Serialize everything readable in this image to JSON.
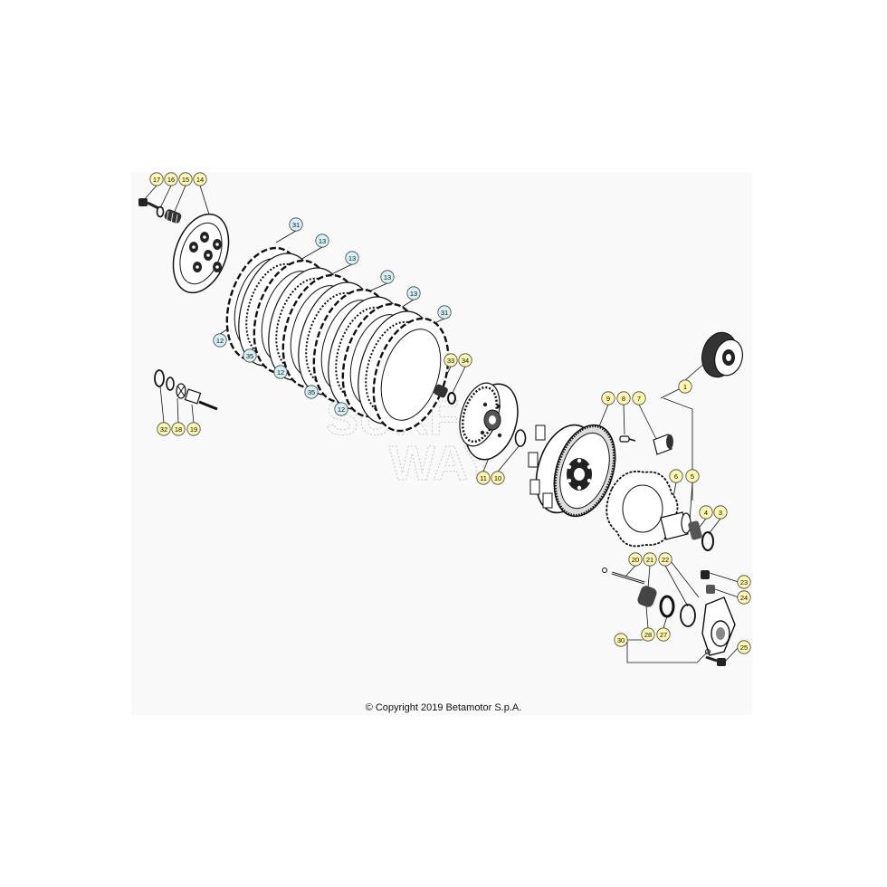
{
  "copyright": "© Copyright 2019 Betamotor S.p.A.",
  "watermark": "SURF WAY",
  "colors": {
    "callout_yellow": "#fdf6b0",
    "callout_blue": "#d5f1f6",
    "callout_stroke": "#444444",
    "line": "#111111"
  },
  "callouts": [
    {
      "label": "17",
      "color": "yellow"
    },
    {
      "label": "16",
      "color": "yellow"
    },
    {
      "label": "15",
      "color": "yellow"
    },
    {
      "label": "14",
      "color": "yellow"
    },
    {
      "label": "31",
      "color": "blue"
    },
    {
      "label": "13",
      "color": "blue"
    },
    {
      "label": "13",
      "color": "blue"
    },
    {
      "label": "13",
      "color": "blue"
    },
    {
      "label": "13",
      "color": "blue"
    },
    {
      "label": "31",
      "color": "blue"
    },
    {
      "label": "12",
      "color": "blue"
    },
    {
      "label": "35",
      "color": "blue"
    },
    {
      "label": "12",
      "color": "blue"
    },
    {
      "label": "35",
      "color": "blue"
    },
    {
      "label": "12",
      "color": "blue"
    },
    {
      "label": "33",
      "color": "yellow"
    },
    {
      "label": "34",
      "color": "yellow"
    },
    {
      "label": "11",
      "color": "yellow"
    },
    {
      "label": "10",
      "color": "yellow"
    },
    {
      "label": "32",
      "color": "yellow"
    },
    {
      "label": "18",
      "color": "yellow"
    },
    {
      "label": "19",
      "color": "yellow"
    },
    {
      "label": "1",
      "color": "yellow"
    },
    {
      "label": "9",
      "color": "yellow"
    },
    {
      "label": "8",
      "color": "yellow"
    },
    {
      "label": "7",
      "color": "yellow"
    },
    {
      "label": "6",
      "color": "yellow"
    },
    {
      "label": "5",
      "color": "yellow"
    },
    {
      "label": "4",
      "color": "yellow"
    },
    {
      "label": "3",
      "color": "yellow"
    },
    {
      "label": "20",
      "color": "yellow"
    },
    {
      "label": "21",
      "color": "yellow"
    },
    {
      "label": "22",
      "color": "yellow"
    },
    {
      "label": "23",
      "color": "yellow"
    },
    {
      "label": "24",
      "color": "yellow"
    },
    {
      "label": "30",
      "color": "yellow"
    },
    {
      "label": "28",
      "color": "yellow"
    },
    {
      "label": "27",
      "color": "yellow"
    },
    {
      "label": "25",
      "color": "yellow"
    }
  ]
}
